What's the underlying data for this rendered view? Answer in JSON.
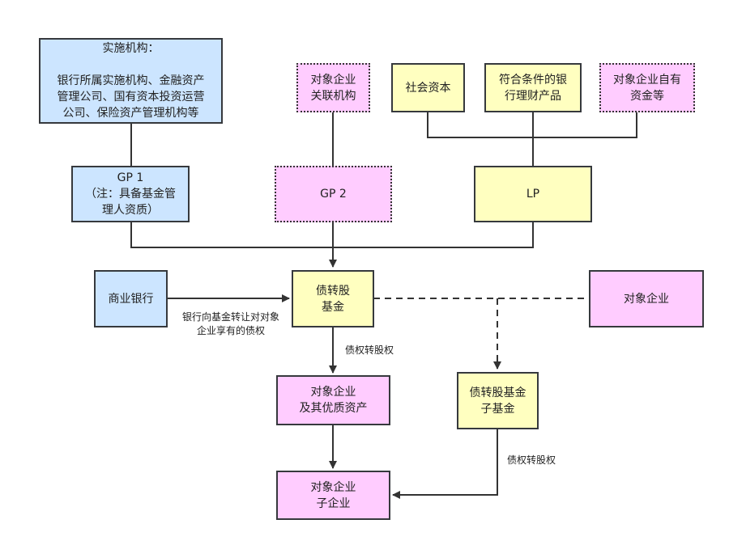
{
  "nodes": {
    "impl": {
      "lines": [
        "实施机构：",
        "",
        "银行所属实施机构、金融资产",
        "管理公司、国有资本投资运营",
        "公司、保险资产管理机构等"
      ],
      "fill": "#cce5ff"
    },
    "related": {
      "lines": [
        "对象企业",
        "关联机构"
      ],
      "fill": "#ffccff"
    },
    "social": {
      "lines": [
        "社会资本"
      ],
      "fill": "#ffffc0"
    },
    "wealth": {
      "lines": [
        "符合条件的银",
        "行理财产品"
      ],
      "fill": "#ffffc0"
    },
    "ownfunds": {
      "lines": [
        "对象企业自有",
        "资金等"
      ],
      "fill": "#ffccff"
    },
    "gp1": {
      "lines": [
        "GP 1",
        "（注：具备基金管",
        "理人资质）"
      ],
      "fill": "#cce5ff"
    },
    "gp2": {
      "lines": [
        "GP 2"
      ],
      "fill": "#ffccff"
    },
    "lp": {
      "lines": [
        "LP"
      ],
      "fill": "#ffffc0"
    },
    "bank": {
      "lines": [
        "商业银行"
      ],
      "fill": "#cce5ff"
    },
    "fund": {
      "lines": [
        "债转股",
        "基金"
      ],
      "fill": "#ffffc0"
    },
    "target": {
      "lines": [
        "对象企业"
      ],
      "fill": "#ffccff"
    },
    "quality": {
      "lines": [
        "对象企业",
        "及其优质资产"
      ],
      "fill": "#ffccff"
    },
    "subfund": {
      "lines": [
        "债转股基金",
        "子基金"
      ],
      "fill": "#ffffc0"
    },
    "subsidiary": {
      "lines": [
        "对象企业",
        "子企业"
      ],
      "fill": "#ffccff"
    }
  },
  "edge_labels": {
    "bank_fund": [
      "银行向基金转让对对象",
      "企业享有的债权"
    ],
    "fund_quality": [
      "债权转股权"
    ],
    "subfund_subsidiary": [
      "债权转股权"
    ]
  },
  "colors": {
    "line": "#333333",
    "blue": "#cce5ff",
    "yellow": "#ffffc0",
    "pink": "#ffccff"
  }
}
